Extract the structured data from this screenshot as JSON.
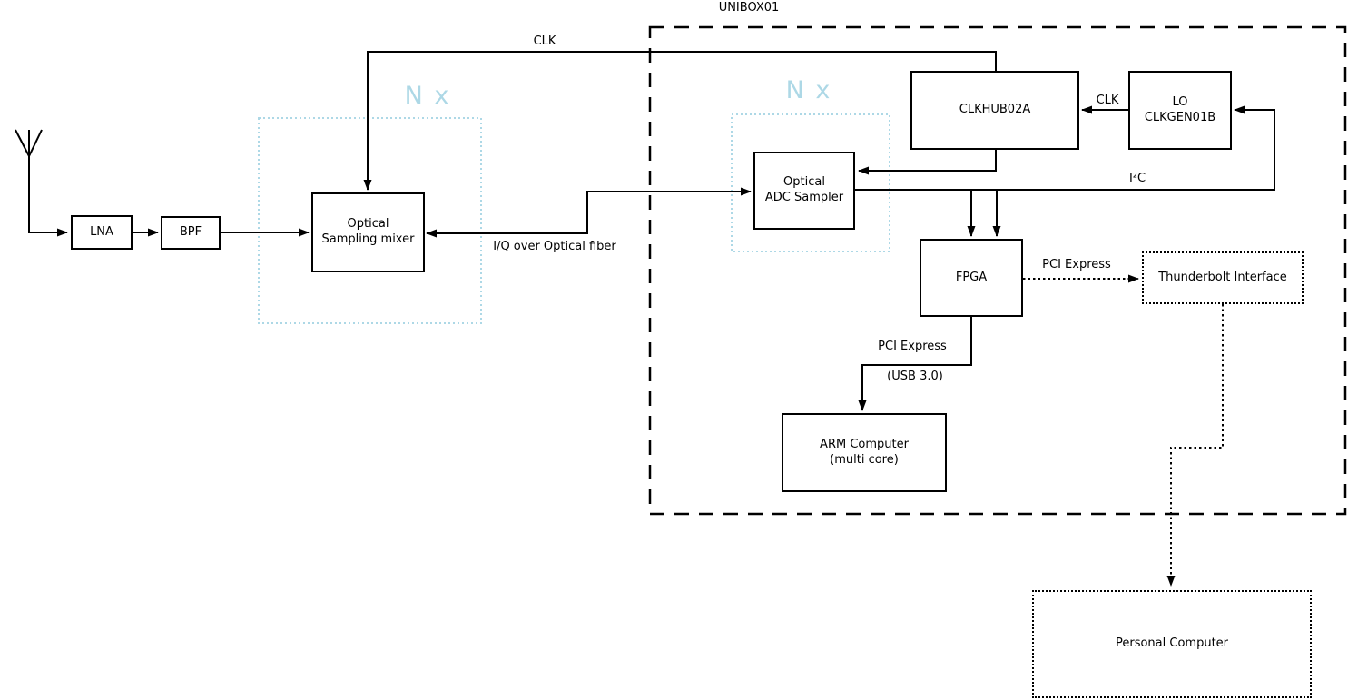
{
  "diagram": {
    "enclosure_title": "UNIBOX01",
    "blocks": {
      "lna": "LNA",
      "bpf": "BPF",
      "mixer": "Optical\nSampling mixer",
      "adc": "Optical\nADC Sampler",
      "clkhub": "CLKHUB02A",
      "lo": "LO\nCLKGEN01B",
      "fpga": "FPGA",
      "thunderbolt": "Thunderbolt Interface",
      "arm": "ARM Computer\n(multi core)",
      "pc": "Personal Computer"
    },
    "labels": {
      "nx_left": "N x",
      "nx_right": "N x",
      "clk_top": "CLK",
      "clk_lo": "CLK",
      "i2c": "I²C",
      "iq_fiber": "I/Q over Optical fiber",
      "pci_express_right": "PCI Express",
      "pci_express_bottom": "PCI Express",
      "usb": "(USB 3.0)"
    },
    "colors": {
      "line": "#000000",
      "multiplicity_accent": "#ADD8E6",
      "box_fill": "#FFFFFF"
    }
  }
}
